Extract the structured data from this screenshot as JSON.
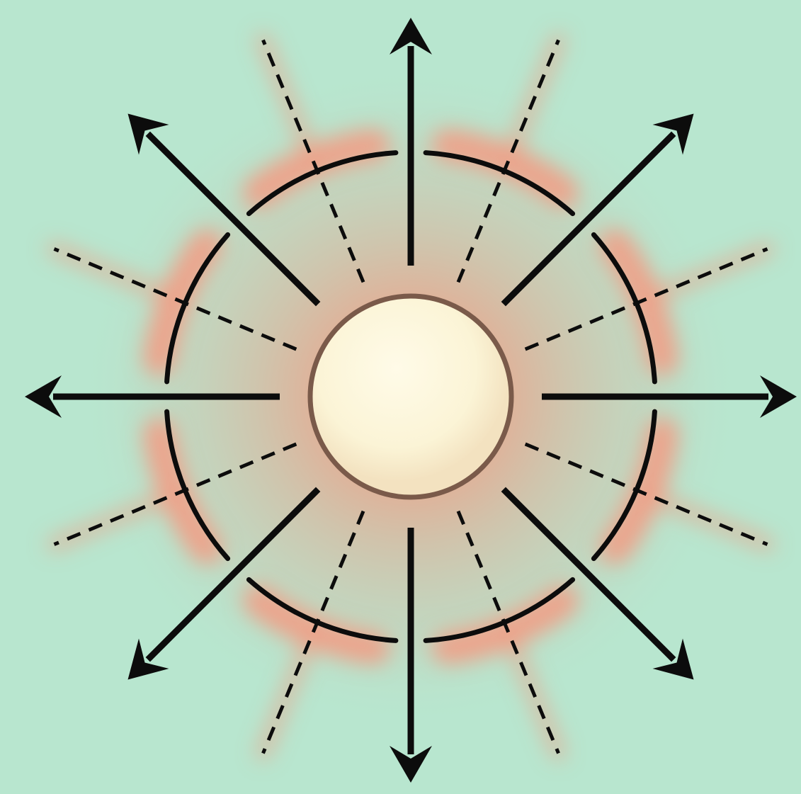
{
  "diagram": {
    "background_color": "#b8e6cf",
    "halo_color": "#f39b82",
    "core_fill": "#fbf7df",
    "core_stroke": "#7a5a4a",
    "ink": "#0c0c0c",
    "arrow_directions": [
      "north",
      "north-east",
      "east",
      "south-east",
      "south",
      "south-west",
      "west",
      "north-west"
    ],
    "arc_count": 8,
    "dashed_ray_count": 8,
    "icon": "radial-expansion-burst"
  }
}
